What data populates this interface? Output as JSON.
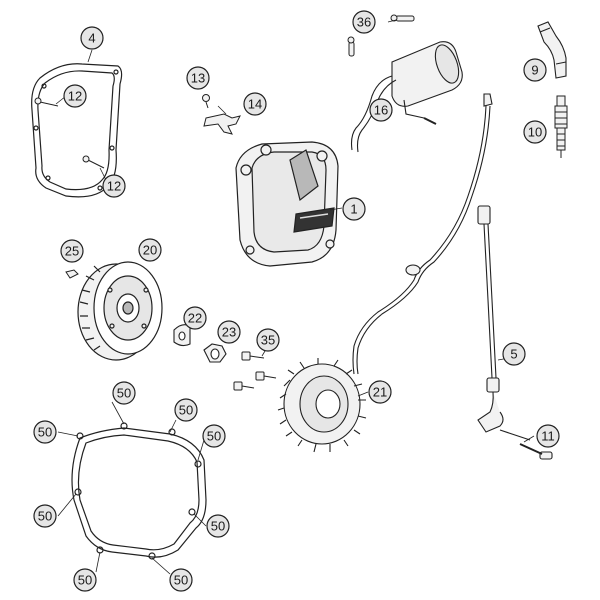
{
  "diagram": {
    "callouts": [
      {
        "id": "c4",
        "label": "4"
      },
      {
        "id": "c12a",
        "label": "12"
      },
      {
        "id": "c12b",
        "label": "12"
      },
      {
        "id": "c13",
        "label": "13"
      },
      {
        "id": "c14",
        "label": "14"
      },
      {
        "id": "c36",
        "label": "36"
      },
      {
        "id": "c16",
        "label": "16"
      },
      {
        "id": "c9",
        "label": "9"
      },
      {
        "id": "c10",
        "label": "10"
      },
      {
        "id": "c1",
        "label": "1"
      },
      {
        "id": "c25",
        "label": "25"
      },
      {
        "id": "c20",
        "label": "20"
      },
      {
        "id": "c22",
        "label": "22"
      },
      {
        "id": "c23",
        "label": "23"
      },
      {
        "id": "c35",
        "label": "35"
      },
      {
        "id": "c5",
        "label": "5"
      },
      {
        "id": "c21",
        "label": "21"
      },
      {
        "id": "c11",
        "label": "11"
      },
      {
        "id": "c50a",
        "label": "50"
      },
      {
        "id": "c50b",
        "label": "50"
      },
      {
        "id": "c50c",
        "label": "50"
      },
      {
        "id": "c50d",
        "label": "50"
      },
      {
        "id": "c50e",
        "label": "50"
      },
      {
        "id": "c50f",
        "label": "50"
      },
      {
        "id": "c50g",
        "label": "50"
      },
      {
        "id": "c50h",
        "label": "50"
      }
    ]
  },
  "colors": {
    "line": "#222222",
    "part_fill": "#f2f2f2",
    "shade": "#b8b8b8",
    "callout_fill": "#e6e6e6"
  }
}
